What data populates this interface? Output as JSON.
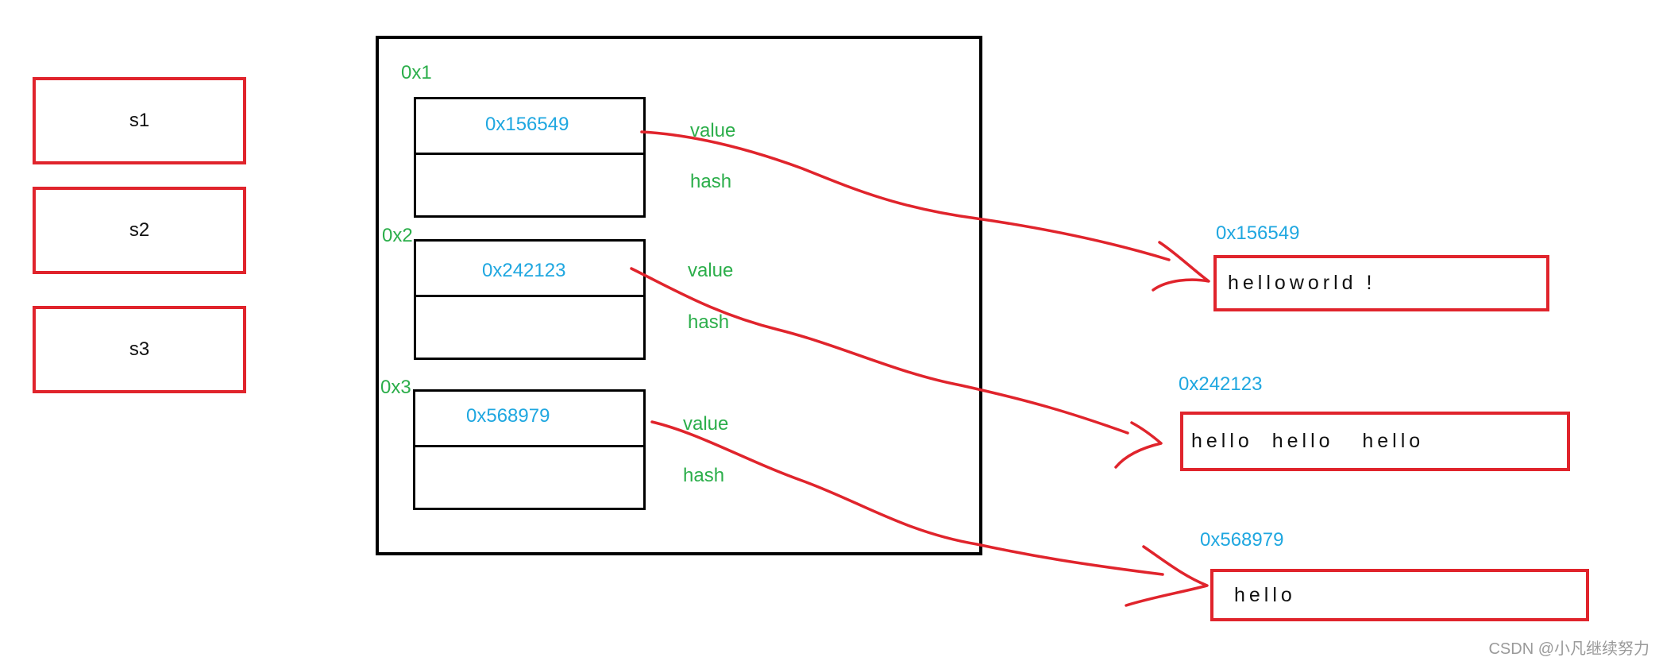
{
  "variables": [
    {
      "label": "s1"
    },
    {
      "label": "s2"
    },
    {
      "label": "s3"
    }
  ],
  "table": {
    "entries": [
      {
        "slot": "0x1",
        "address": "0x156549",
        "value_label": "value",
        "hash_label": "hash"
      },
      {
        "slot": "0x2",
        "address": "0x242123",
        "value_label": "value",
        "hash_label": "hash"
      },
      {
        "slot": "0x3",
        "address": "0x568979",
        "value_label": "value",
        "hash_label": "hash"
      }
    ]
  },
  "strings": [
    {
      "address": "0x156549",
      "text": "helloworld !"
    },
    {
      "address": "0x242123",
      "text": "hello  hello   hello"
    },
    {
      "address": "0x568979",
      "text": "hello"
    }
  ],
  "watermark": "CSDN @小凡继续努力",
  "colors": {
    "red": "#e0242c",
    "green": "#2bae4a",
    "blue": "#1fa7e0",
    "black": "#000000"
  }
}
